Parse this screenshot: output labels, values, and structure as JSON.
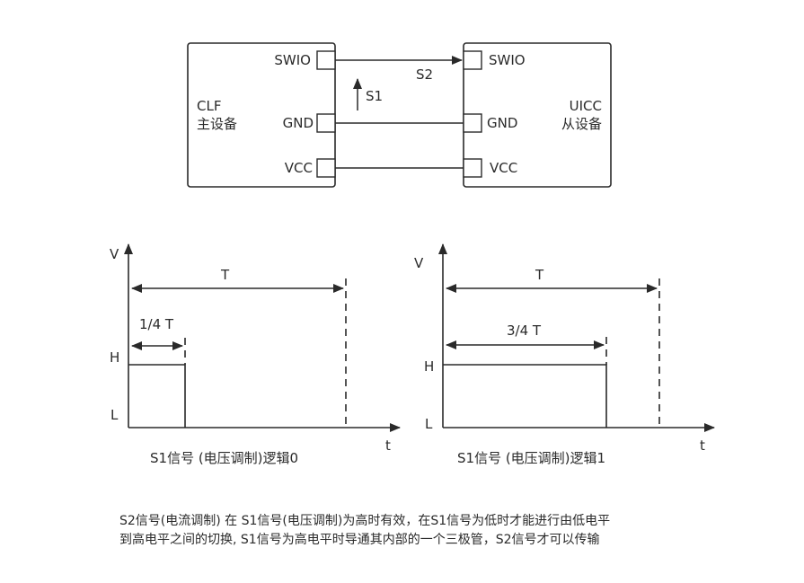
{
  "block_diagram": {
    "clf": {
      "line1": "CLF",
      "line2": "主设备"
    },
    "uicc": {
      "line1": "UICC",
      "line2": "从设备"
    },
    "pins_left": [
      "SWIO",
      "GND",
      "VCC"
    ],
    "pins_right": [
      "SWIO",
      "GND",
      "VCC"
    ],
    "s1_label": "S1",
    "s2_label": "S2"
  },
  "timing_left": {
    "y_axis": "V",
    "x_axis": "t",
    "level_high": "H",
    "level_low": "L",
    "period_label": "T",
    "pulse_label": "1/4 T",
    "pulse_fraction": 0.25,
    "caption": "S1信号 (电压调制)逻辑0"
  },
  "timing_right": {
    "y_axis": "V",
    "x_axis": "t",
    "level_high": "H",
    "level_low": "L",
    "period_label": "T",
    "pulse_label": "3/4 T",
    "pulse_fraction": 0.75,
    "caption": "S1信号 (电压调制)逻辑1"
  },
  "note": {
    "line1": "S2信号(电流调制) 在 S1信号(电压调制)为高时有效，在S1信号为低时才能进行由低电平",
    "line2": "到高电平之间的切换, S1信号为高电平时导通其内部的一个三极管，S2信号才可以传输"
  }
}
